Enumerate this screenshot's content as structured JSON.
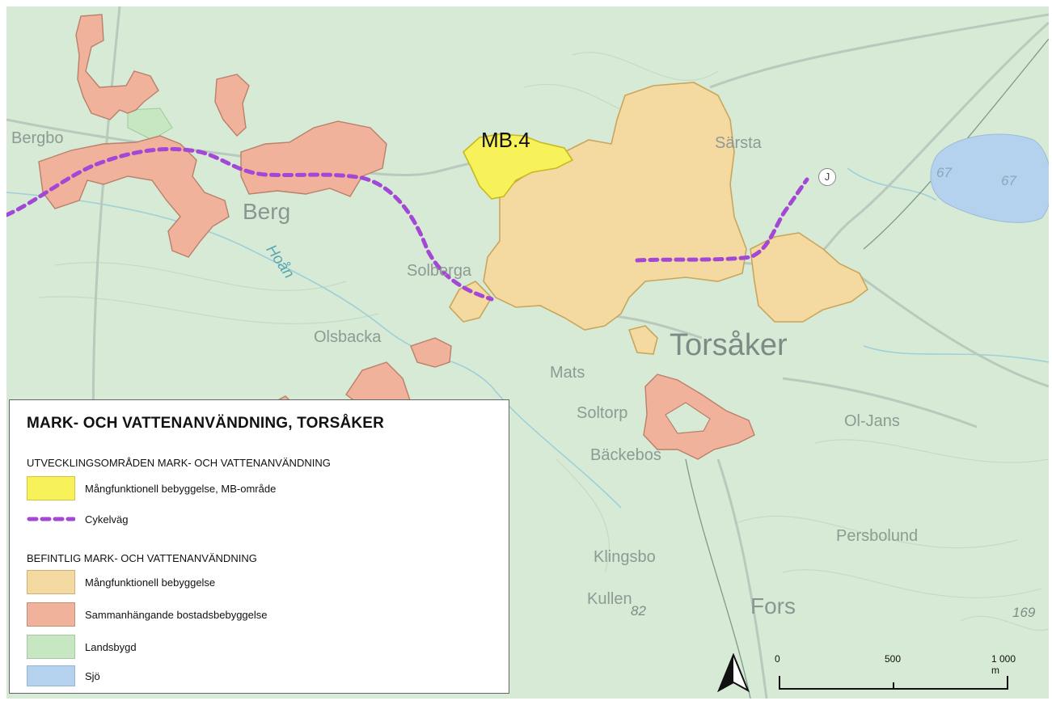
{
  "map": {
    "area_label": "MB.4",
    "road_shield": "J",
    "places": {
      "bergbo": "Bergbo",
      "berg": "Berg",
      "hoan": "Hoån",
      "solberga": "Solberga",
      "olsbacka": "Olsbacka",
      "sarsta": "Särsta",
      "torsaker": "Torsåker",
      "mats": "Mats",
      "soltorp": "Soltorp",
      "backebos": "Bäckebos",
      "ol_jans": "Ol-Jans",
      "persbolund": "Persbolund",
      "klingsbo": "Klingsbo",
      "kullen": "Kullen",
      "fors": "Fors"
    },
    "elevations": {
      "lake_left": "67",
      "lake_right": "67",
      "kullen": "82",
      "east": "169"
    },
    "colors": {
      "land": "#d7ead5",
      "mb_area": "#f7f15a",
      "mixed_use": "#f4d9a1",
      "residential": "#f0b29a",
      "rural": "#c7e6c2",
      "lake": "#b4d2ee",
      "cycle_path": "#a347d6"
    }
  },
  "legend": {
    "title": "MARK- OCH VATTENANVÄNDNING, TORSÅKER",
    "section_development": "UTVECKLINGSOMRÅDEN MARK- OCH VATTENANVÄNDNING",
    "section_existing": "BEFINTLIG MARK- OCH VATTENANVÄNDNING",
    "items_development": [
      {
        "label": "Mångfunktionell bebyggelse, MB-område",
        "swatch": "#f7f15a",
        "kind": "fill"
      },
      {
        "label": "Cykelväg",
        "swatch": "#a347d6",
        "kind": "dash"
      }
    ],
    "items_existing": [
      {
        "label": "Mångfunktionell bebyggelse",
        "swatch": "#f4d9a1",
        "kind": "fill"
      },
      {
        "label": "Sammanhängande bostadsbebyggelse",
        "swatch": "#f0b29a",
        "kind": "fill"
      },
      {
        "label": "Landsbygd",
        "swatch": "#c7e6c2",
        "kind": "fill"
      },
      {
        "label": "Sjö",
        "swatch": "#b4d2ee",
        "kind": "fill"
      }
    ]
  },
  "scale": {
    "labels": [
      "0",
      "500",
      "1 000 m"
    ]
  }
}
